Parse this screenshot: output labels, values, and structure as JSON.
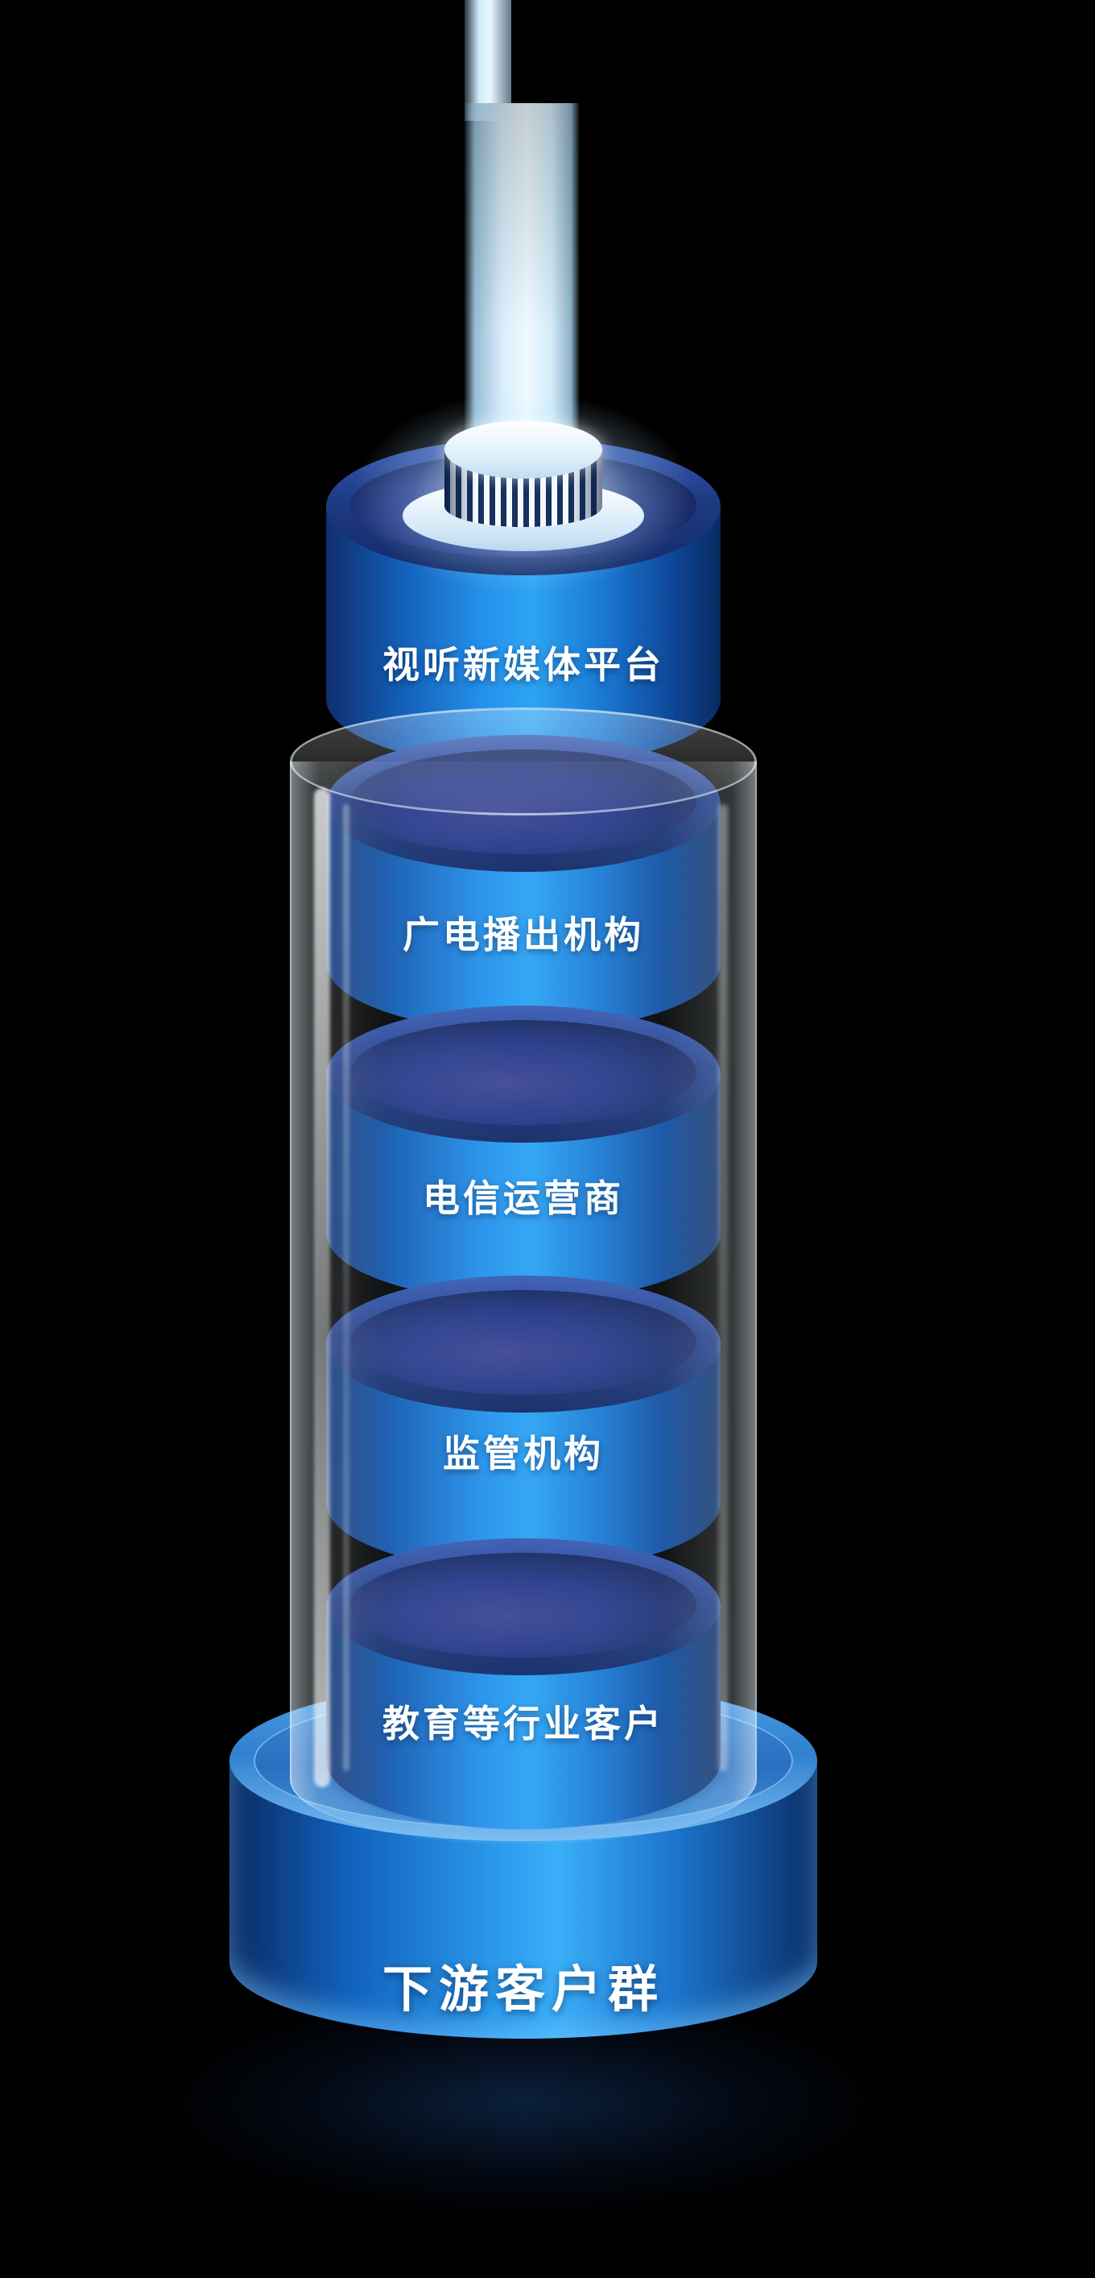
{
  "diagram": {
    "segments": [
      {
        "label": "视听新媒体平台"
      },
      {
        "label": "广电播出机构"
      },
      {
        "label": "电信运营商"
      },
      {
        "label": "监管机构"
      },
      {
        "label": "教育等行业客户"
      }
    ],
    "base": {
      "label": "下游客户群"
    },
    "colors": {
      "background": "#000000",
      "cylinder_dark": "#0a2a60",
      "cylinder_bright": "#2ea4f4",
      "ellipse_dark": "#17285f",
      "base_top": "#3181d0",
      "beam_light": "#e9f7ff",
      "glass_highlight": "#ffffff",
      "text": "#ffffff"
    }
  }
}
